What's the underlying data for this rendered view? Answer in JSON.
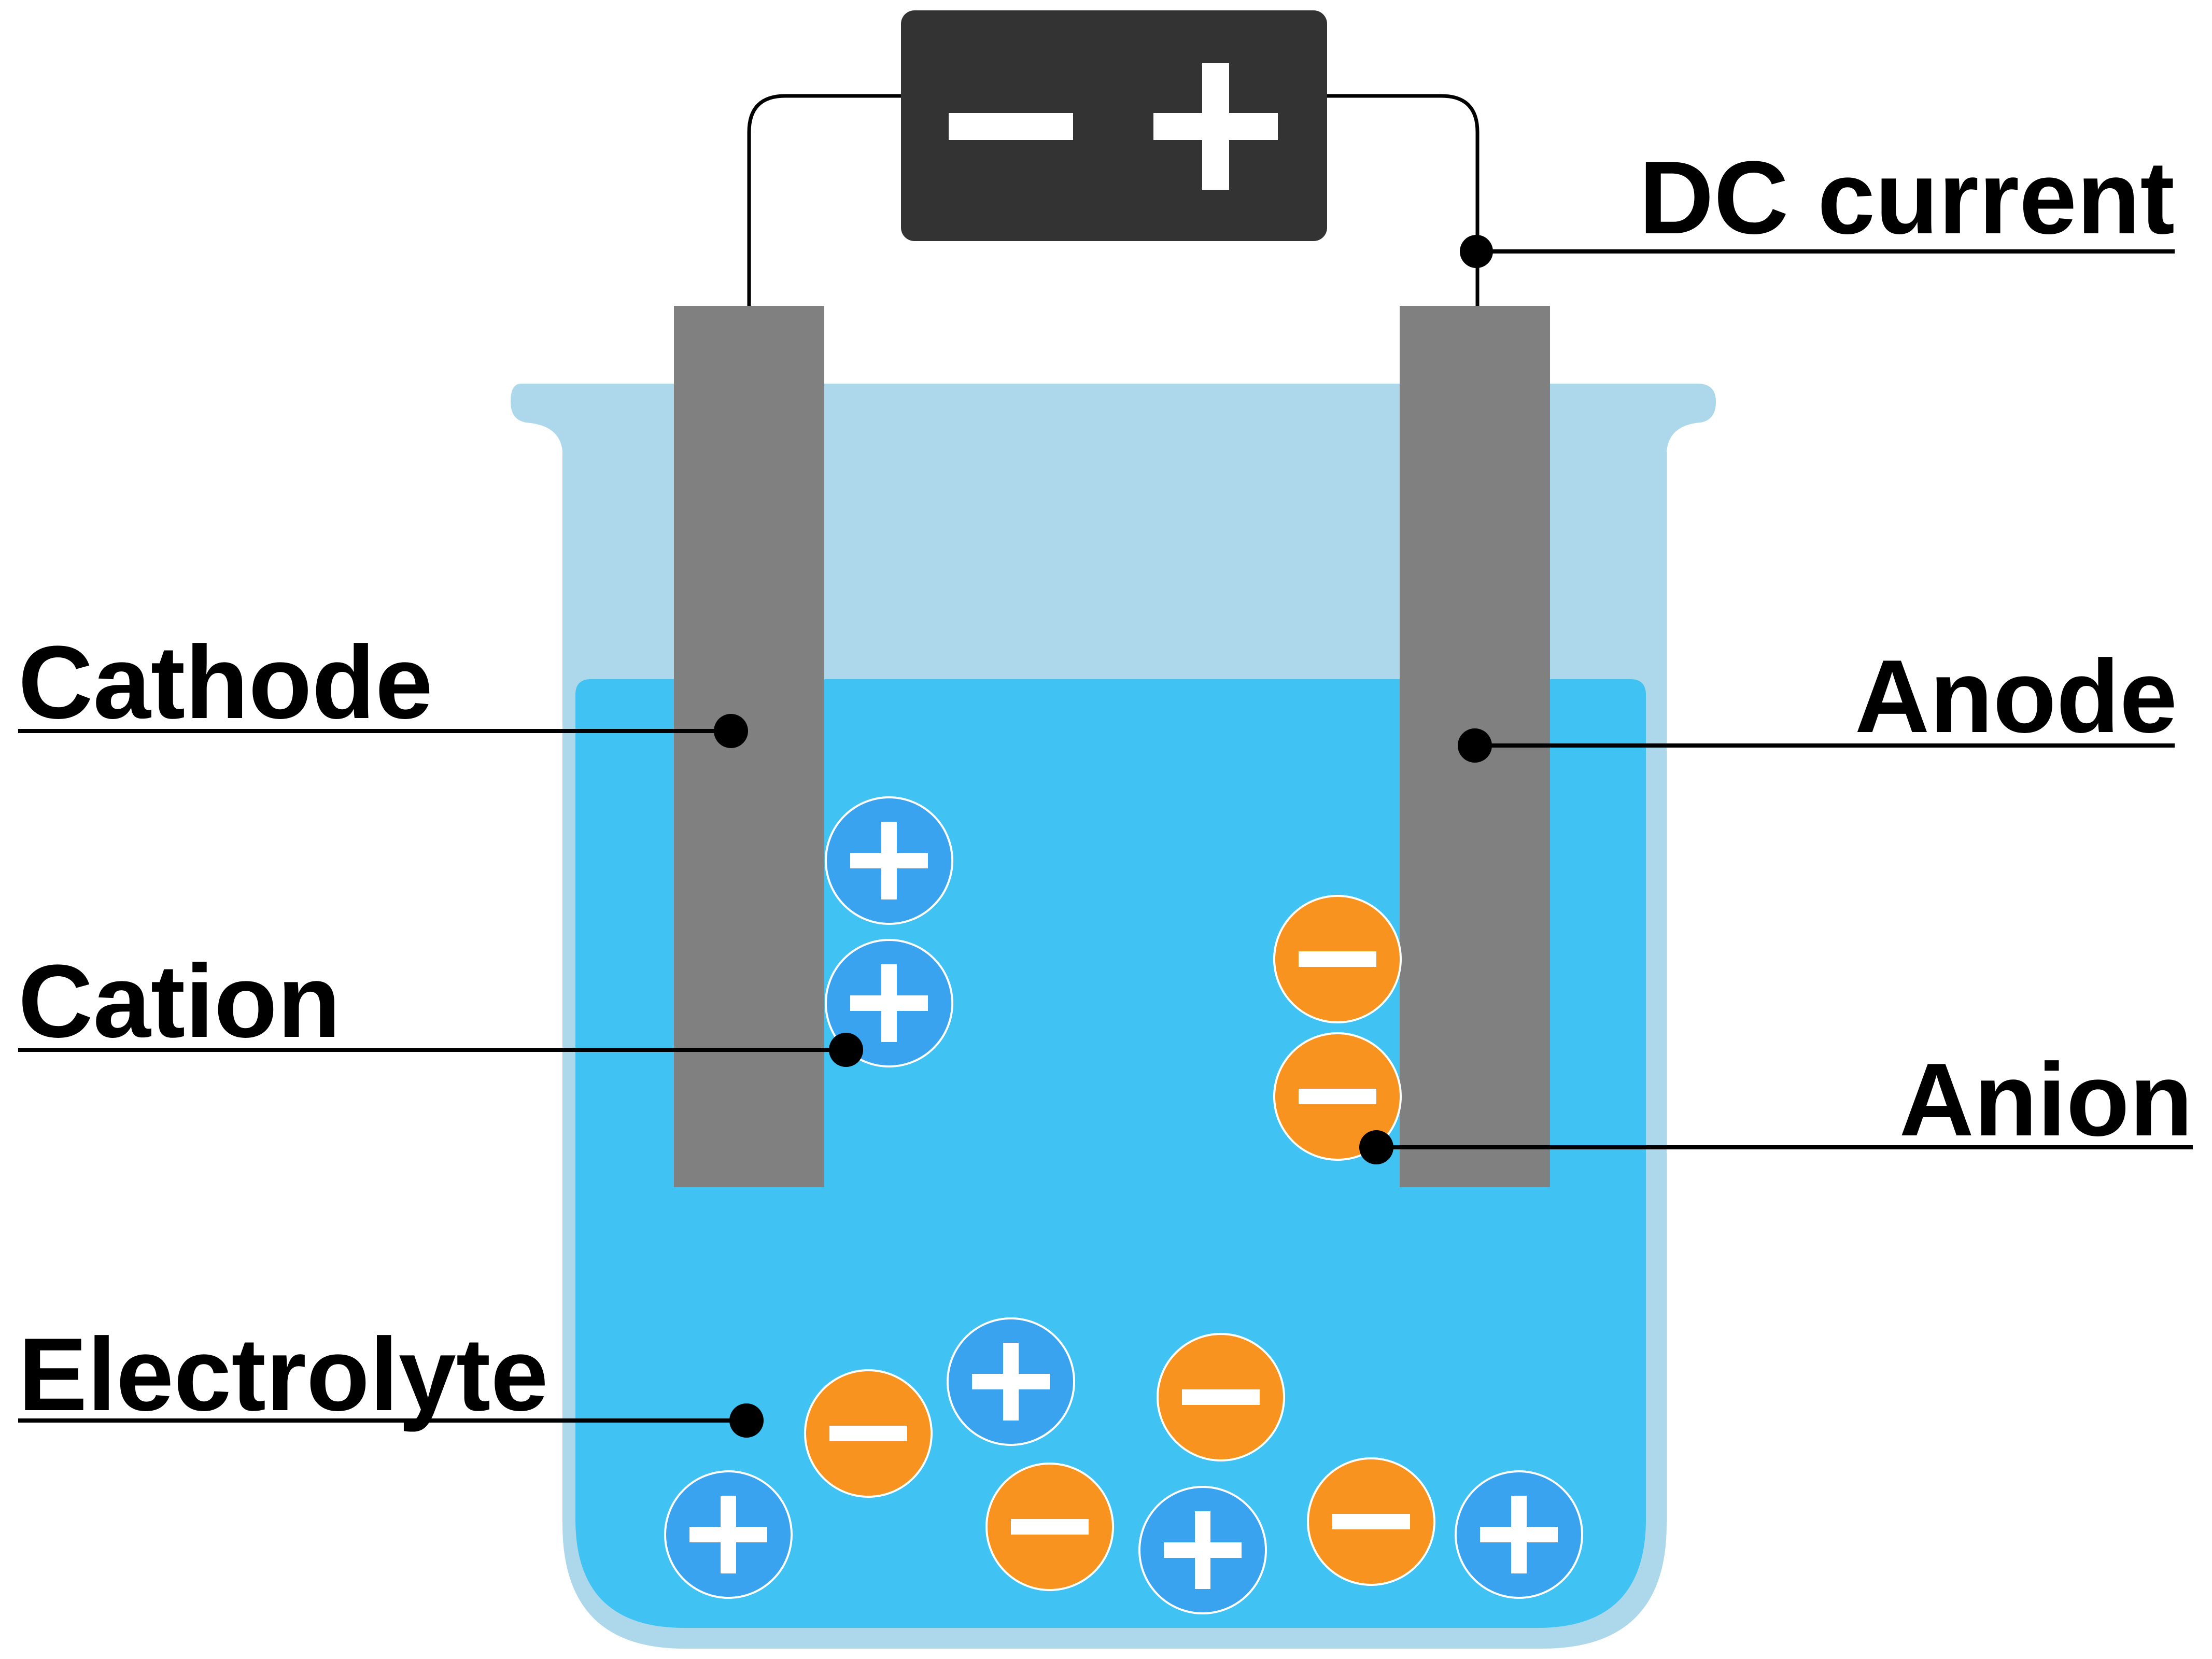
{
  "battery": {
    "negative_symbol": "−",
    "positive_symbol": "+"
  },
  "labels": {
    "dc_current": "DC current",
    "cathode": "Cathode",
    "anode": "Anode",
    "cation": "Cation",
    "anion": "Anion",
    "electrolyte": "Electrolyte"
  },
  "colors": {
    "battery": "#333333",
    "electrode": "#808080",
    "beaker": "#add8ec",
    "electrolyte": "#40c2f3",
    "cation": "#3aa3ef",
    "anion": "#f7931e",
    "line": "#000000"
  },
  "ions": {
    "cations_near_cathode": 2,
    "anions_near_anode": 2,
    "cations_in_electrolyte": 4,
    "anions_in_electrolyte": 4
  }
}
